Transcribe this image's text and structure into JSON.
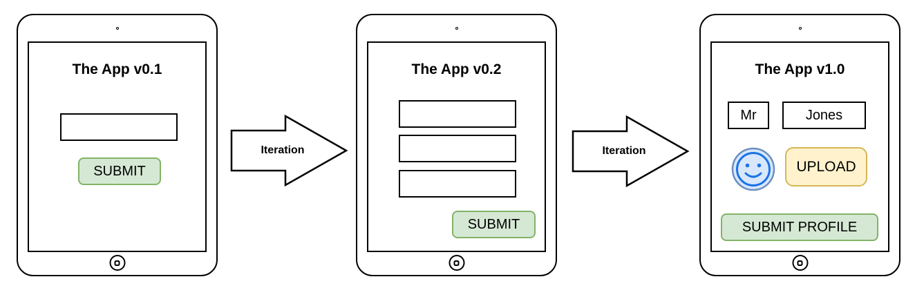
{
  "stages": [
    {
      "title": "The App v0.1",
      "inputs": [
        {
          "value": ""
        }
      ],
      "buttons": [
        {
          "label": "SUBMIT",
          "style": "green"
        }
      ]
    },
    {
      "title": "The App v0.2",
      "inputs": [
        {
          "value": ""
        },
        {
          "value": ""
        },
        {
          "value": ""
        }
      ],
      "buttons": [
        {
          "label": "SUBMIT",
          "style": "green"
        }
      ]
    },
    {
      "title": "The App v1.0",
      "inputs": [
        {
          "value": "Mr"
        },
        {
          "value": "Jones"
        }
      ],
      "avatar_icon": "smiley-face-icon",
      "buttons": [
        {
          "label": "UPLOAD",
          "style": "yellow"
        },
        {
          "label": "SUBMIT PROFILE",
          "style": "green"
        }
      ]
    }
  ],
  "arrows": [
    {
      "label": "Iteration"
    },
    {
      "label": "Iteration"
    }
  ],
  "colors": {
    "outline": "#000000",
    "green_fill": "#d5e8d4",
    "green_border": "#82b366",
    "yellow_fill": "#fff2cc",
    "yellow_border": "#d6b656",
    "blue_fill": "#d8e7fb",
    "blue_ring": "#6c8ebf",
    "blue_accent": "#1a73e8"
  }
}
